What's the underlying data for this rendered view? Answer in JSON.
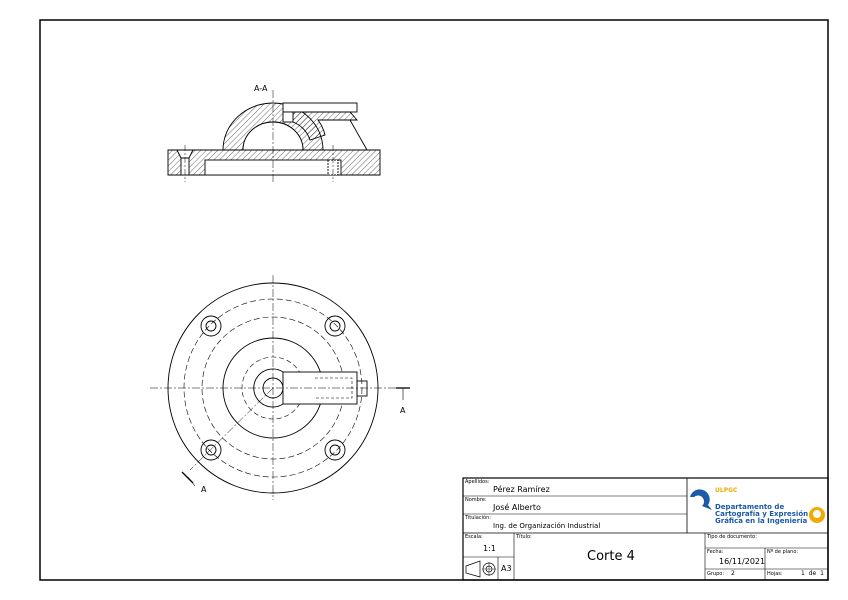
{
  "drawing": {
    "section_label": "A-A",
    "cut_label_right": "A",
    "cut_label_left": "A"
  },
  "title_block": {
    "apellidos_label": "Apellidos:",
    "apellidos": "Pérez Ramírez",
    "nombre_label": "Nombre:",
    "nombre": "José Alberto",
    "titulacion_label": "Titulación:",
    "titulacion": "Ing. de Organización Industrial",
    "escala_label": "Escala:",
    "escala": "1:1",
    "formato": "A3",
    "titulo_label": "Título:",
    "titulo": "Corte 4",
    "tipo_label": "Tipo de documento:",
    "fecha_label": "Fecha:",
    "fecha": "16/11/2021",
    "plano_label": "Nº de plano:",
    "grupo_label": "Grupo:",
    "grupo": "2",
    "hojas_label": "Hojas:",
    "hojas": "1 de 1",
    "logo": {
      "university": "ULPGC",
      "dept_line1": "Departamento de",
      "dept_line2": "Cartografía y Expresión",
      "dept_line3": "Gráfica en la Ingeniería",
      "brand_color": "#1a5aa6",
      "accent_color": "#f2a900"
    }
  }
}
